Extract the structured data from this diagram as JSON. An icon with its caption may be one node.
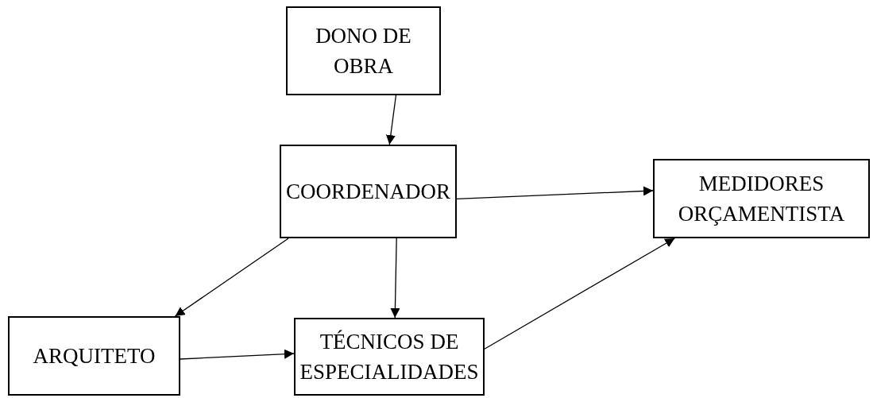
{
  "diagram": {
    "nodes": [
      {
        "text": [
          "DONO DE OBRA"
        ]
      },
      {
        "text": [
          "COORDENADOR"
        ]
      },
      {
        "text": [
          "MEDIDORES ORÇAMENTISTA"
        ]
      },
      {
        "text": [
          "ARQUITETO"
        ]
      },
      {
        "text": [
          "TÉCNICOS DE ESPECIALIDADES"
        ]
      }
    ],
    "edges": [
      {
        "from": 0,
        "to": 1,
        "arrow": "to"
      },
      {
        "from": 1,
        "to": 2,
        "arrow": "to"
      },
      {
        "from": 1,
        "to": 3,
        "arrow": "to"
      },
      {
        "from": 1,
        "to": 4,
        "arrow": "to"
      },
      {
        "from": 3,
        "to": 4,
        "arrow": "to"
      },
      {
        "from": 4,
        "to": 2,
        "arrow": "to"
      }
    ]
  }
}
